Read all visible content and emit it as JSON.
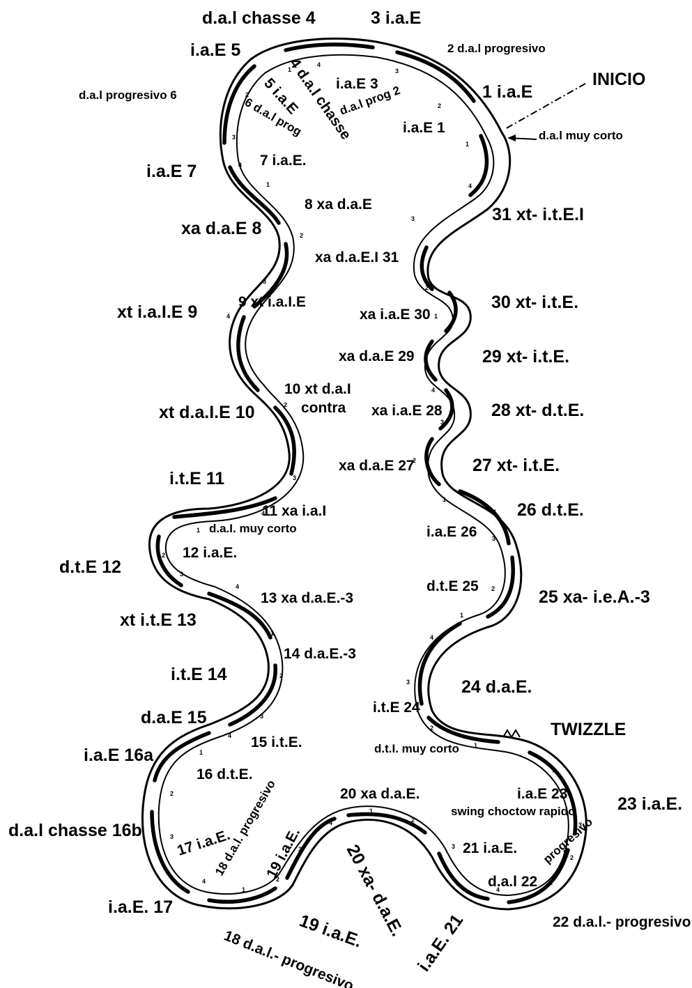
{
  "diagram": {
    "start_label": "INICIO",
    "twizzle_label": "TWIZZLE",
    "labels": [
      {
        "id": "l1",
        "text": "d.a.l chasse 4"
      },
      {
        "id": "l2",
        "text": "3 i.a.E"
      },
      {
        "id": "l3",
        "text": "i.a.E 5"
      },
      {
        "id": "l4",
        "text": "2 d.a.l progresivo"
      },
      {
        "id": "l5",
        "text": "INICIO"
      },
      {
        "id": "l6",
        "text": "d.a.l progresivo 6"
      },
      {
        "id": "l7",
        "text": "5 i.a.E"
      },
      {
        "id": "l8",
        "text": "6 d.a.l prog"
      },
      {
        "id": "l9",
        "text": "4 d.a.l chasse"
      },
      {
        "id": "l10",
        "text": "i.a.E 3"
      },
      {
        "id": "l11",
        "text": "d.a.l prog 2"
      },
      {
        "id": "l12",
        "text": "1 i.a.E"
      },
      {
        "id": "l13",
        "text": "i.a.E 1"
      },
      {
        "id": "l14",
        "text": "d.a.l muy corto"
      },
      {
        "id": "l15",
        "text": "i.a.E 7"
      },
      {
        "id": "l16",
        "text": "7 i.a.E."
      },
      {
        "id": "l17",
        "text": "8 xa d.a.E"
      },
      {
        "id": "l18",
        "text": "31 xt- i.t.E.I"
      },
      {
        "id": "l19",
        "text": "xa d.a.E 8"
      },
      {
        "id": "l20",
        "text": "xa d.a.E.I 31"
      },
      {
        "id": "l21",
        "text": "xt i.a.I.E 9"
      },
      {
        "id": "l22",
        "text": "9 xt i.a.I.E"
      },
      {
        "id": "l23",
        "text": "xa i.a.E 30"
      },
      {
        "id": "l24",
        "text": "30 xt- i.t.E."
      },
      {
        "id": "l25",
        "text": "xa d.a.E 29"
      },
      {
        "id": "l26",
        "text": "29 xt- i.t.E."
      },
      {
        "id": "l27",
        "text": "10 xt d.a.I"
      },
      {
        "id": "l28",
        "text": "contra"
      },
      {
        "id": "l29",
        "text": "xt d.a.I.E 10"
      },
      {
        "id": "l30",
        "text": "xa i.a.E 28"
      },
      {
        "id": "l31",
        "text": "28 xt- d.t.E."
      },
      {
        "id": "l32",
        "text": "xa d.a.E 27"
      },
      {
        "id": "l33",
        "text": "27 xt- i.t.E."
      },
      {
        "id": "l34",
        "text": "i.t.E 11"
      },
      {
        "id": "l35",
        "text": "11 xa i.a.I"
      },
      {
        "id": "l36",
        "text": "d.a.I. muy corto"
      },
      {
        "id": "l37",
        "text": "26 d.t.E."
      },
      {
        "id": "l38",
        "text": "i.a.E 26"
      },
      {
        "id": "l39",
        "text": "12 i.a.E."
      },
      {
        "id": "l40",
        "text": "d.t.E 12"
      },
      {
        "id": "l41",
        "text": "d.t.E 25"
      },
      {
        "id": "l42",
        "text": "13 xa d.a.E.-3"
      },
      {
        "id": "l43",
        "text": "25 xa- i.e.A.-3"
      },
      {
        "id": "l44",
        "text": "xt i.t.E 13"
      },
      {
        "id": "l45",
        "text": "14 d.a.E.-3"
      },
      {
        "id": "l46",
        "text": "i.t.E 14"
      },
      {
        "id": "l47",
        "text": "24 d.a.E."
      },
      {
        "id": "l48",
        "text": "i.t.E 24"
      },
      {
        "id": "l49",
        "text": "d.a.E 15"
      },
      {
        "id": "l50",
        "text": "TWIZZLE"
      },
      {
        "id": "l51",
        "text": "15 i.t.E."
      },
      {
        "id": "l52",
        "text": "d.t.I. muy corto"
      },
      {
        "id": "l53",
        "text": "i.a.E 16a"
      },
      {
        "id": "l54",
        "text": "16 d.t.E."
      },
      {
        "id": "l55",
        "text": "20 xa d.a.E."
      },
      {
        "id": "l56",
        "text": "i.a.E 23"
      },
      {
        "id": "l57",
        "text": "23 i.a.E."
      },
      {
        "id": "l58",
        "text": "swing choctow rapido"
      },
      {
        "id": "l59",
        "text": "d.a.l chasse 16b"
      },
      {
        "id": "l60",
        "text": "18 d.a.l. progresivo"
      },
      {
        "id": "l61",
        "text": "17 i.a.E."
      },
      {
        "id": "l62",
        "text": "19 i.a.E."
      },
      {
        "id": "l63",
        "text": "20 xa- d.a.E."
      },
      {
        "id": "l64",
        "text": "21 i.a.E."
      },
      {
        "id": "l65",
        "text": "progresivo"
      },
      {
        "id": "l66",
        "text": "d.a.l 22"
      },
      {
        "id": "l67",
        "text": "i.a.E. 17"
      },
      {
        "id": "l68",
        "text": "19 i.a.E."
      },
      {
        "id": "l69",
        "text": "i.a.E. 21"
      },
      {
        "id": "l70",
        "text": "22 d.a.l.- progresivo"
      },
      {
        "id": "l71",
        "text": "18 d.a.l.- progresivo"
      }
    ],
    "beats": [
      "1",
      "2",
      "3",
      "4"
    ]
  }
}
